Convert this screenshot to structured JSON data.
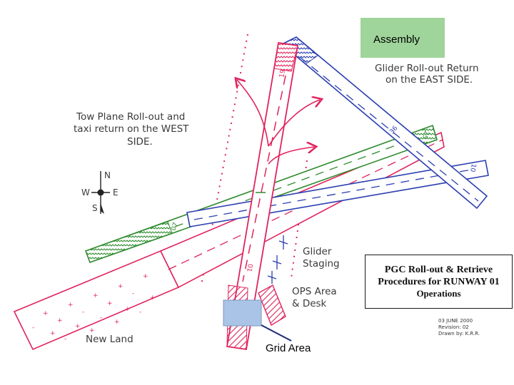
{
  "labels": {
    "assembly": "Assembly",
    "glider_rollout": [
      "Glider Roll-out Return",
      "on the EAST SIDE."
    ],
    "tow_plane": [
      "Tow Plane Roll-out and",
      "taxi return on the WEST",
      "SIDE."
    ],
    "glider_staging": [
      "Glider",
      "Staging"
    ],
    "ops_area": [
      "OPS Area",
      "& Desk"
    ],
    "new_land": "New Land",
    "grid_area": "Grid Area"
  },
  "compass": {
    "n": "N",
    "e": "E",
    "s": "S",
    "w": "W"
  },
  "runways": {
    "r01": "01",
    "r19": "19",
    "r07": "07",
    "r25": "25",
    "r10": "10",
    "r28": "28",
    "r36": "36"
  },
  "title_block": {
    "line1": "PGC Roll-out & Retrieve",
    "line2": "Procedures for RUNWAY 01",
    "line3": "Operations"
  },
  "meta": {
    "date": "03 JUNE 2000",
    "revision": "Revision: 02",
    "drawn_by": "Drawn by: K.R.R."
  },
  "colors": {
    "red": "#e0245e",
    "blue": "#2b3fb0",
    "green": "#2e8b2e",
    "assembly_fill": "#9fd49a",
    "grid_fill": "#a9c4e6"
  }
}
